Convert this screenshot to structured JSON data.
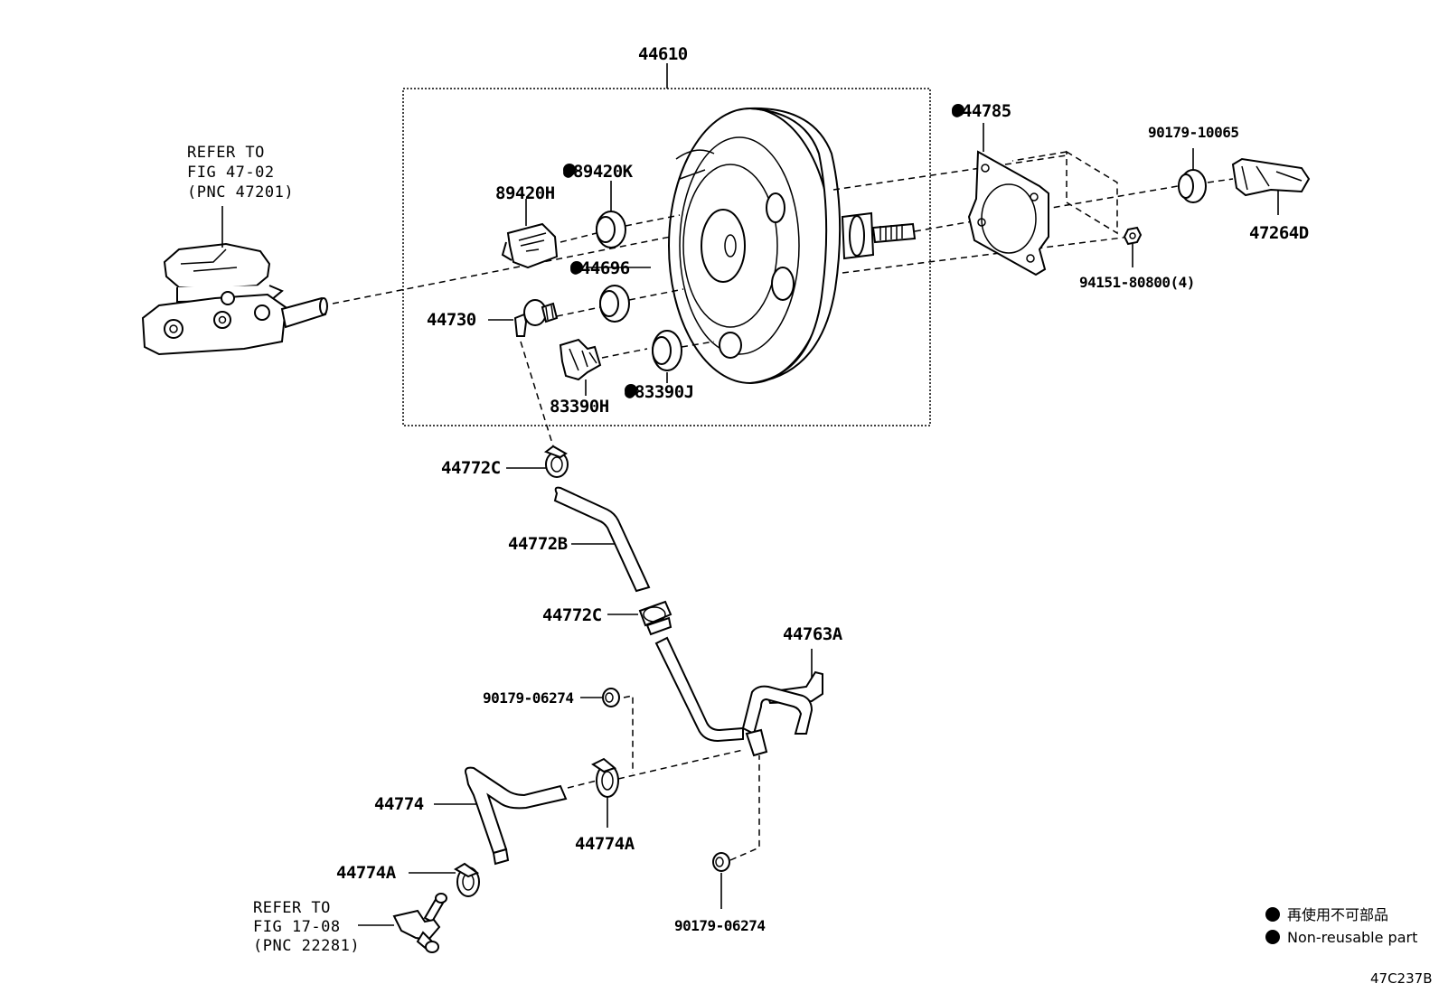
{
  "assembly": {
    "label": "44610"
  },
  "parts": {
    "p44785": "●44785",
    "p90179_10065": "90179-10065",
    "p47264D": "47264D",
    "p94151": "94151-80800(4)",
    "p89420H": "89420H",
    "p89420K": "●89420K",
    "p44696": "●44696",
    "p44730": "44730",
    "p83390H": "83390H",
    "p83390J": "●83390J",
    "p44772C_top": "44772C",
    "p44772B": "44772B",
    "p44772C_bottom": "44772C",
    "p44763A": "44763A",
    "p90179_06274_top": "90179-06274",
    "p90179_06274_bottom": "90179-06274",
    "p44774": "44774",
    "p44774A_left": "44774A",
    "p44774A_right": "44774A"
  },
  "references": {
    "master_cylinder": {
      "line1": "REFER TO",
      "line2": "FIG 47-02",
      "line3": "(PNC 47201)"
    },
    "fuel_fitting": {
      "line1": "REFER TO",
      "line2": "FIG 17-08",
      "line3": "(PNC 22281)"
    }
  },
  "legend": {
    "japanese": "再使用不可部品",
    "english": "Non-reusable part"
  },
  "figure_code": "47C237B"
}
